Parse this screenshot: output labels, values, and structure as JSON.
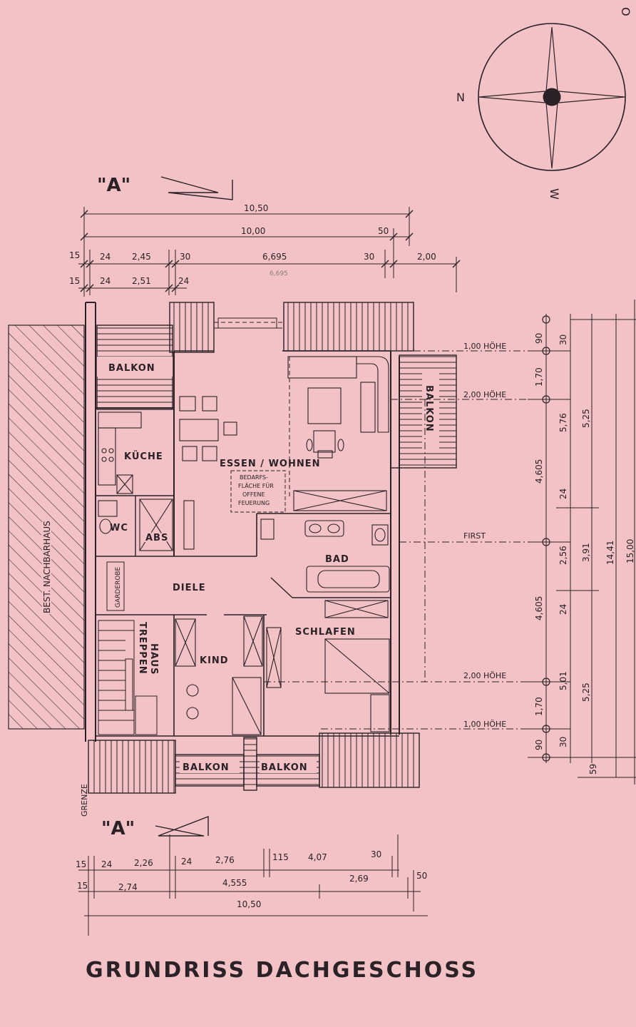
{
  "title": "GRUNDRISS DACHGESCHOSS",
  "section_marker": "\"A\"",
  "compass": {
    "north": "N",
    "east": "O",
    "west": "W"
  },
  "neighbor_label": "BEST. NACHBARHAUS",
  "boundary_label": "GRENZE",
  "rooms": {
    "balkon": "BALKON",
    "kueche": "KÜCHE",
    "essen_wohnen": "ESSEN / WOHNEN",
    "wc": "WC",
    "abs": "ABS",
    "diele": "DIELE",
    "garderobe": "GARDEROBE",
    "bad": "BAD",
    "schlafen": "SCHLAFEN",
    "kind": "KIND",
    "treppen": "TREPPEN",
    "haus": "HAUS",
    "bedarf_1": "BEDARFS-",
    "bedarf_2": "FLÄCHE FÜR",
    "bedarf_3": "OFFENE",
    "bedarf_4": "FEUERUNG"
  },
  "height_labels": {
    "h100": "1,00 HÖHE",
    "h200": "2,00 HÖHE",
    "first": "FIRST"
  },
  "top_dims": {
    "total": "10,50",
    "inner": "10,00",
    "eave": "50",
    "r3": [
      "15",
      "24",
      "2,45",
      "30",
      "6,695",
      "30",
      "2,00"
    ],
    "r4": [
      "15",
      "24",
      "2,51",
      "24"
    ],
    "faint": "6,695"
  },
  "bottom_dims": {
    "r1": [
      "15",
      "24",
      "2,26",
      "24",
      "2,76",
      "115",
      "4,07",
      "30"
    ],
    "r2": [
      "15",
      "2,74",
      "4,555",
      "2,69",
      "50"
    ],
    "total": "10,50"
  },
  "right_dims": {
    "c1": [
      "90",
      "1,70",
      "4,605",
      "2,56",
      "4,605",
      "1,70",
      "90"
    ],
    "c2": [
      "30",
      "5,76",
      "24",
      "24",
      "5,01",
      "30"
    ],
    "c3": [
      "5,25",
      "3,91",
      "5,25",
      "59"
    ],
    "c4": [
      "14,41"
    ],
    "c5": [
      "15,00"
    ]
  }
}
